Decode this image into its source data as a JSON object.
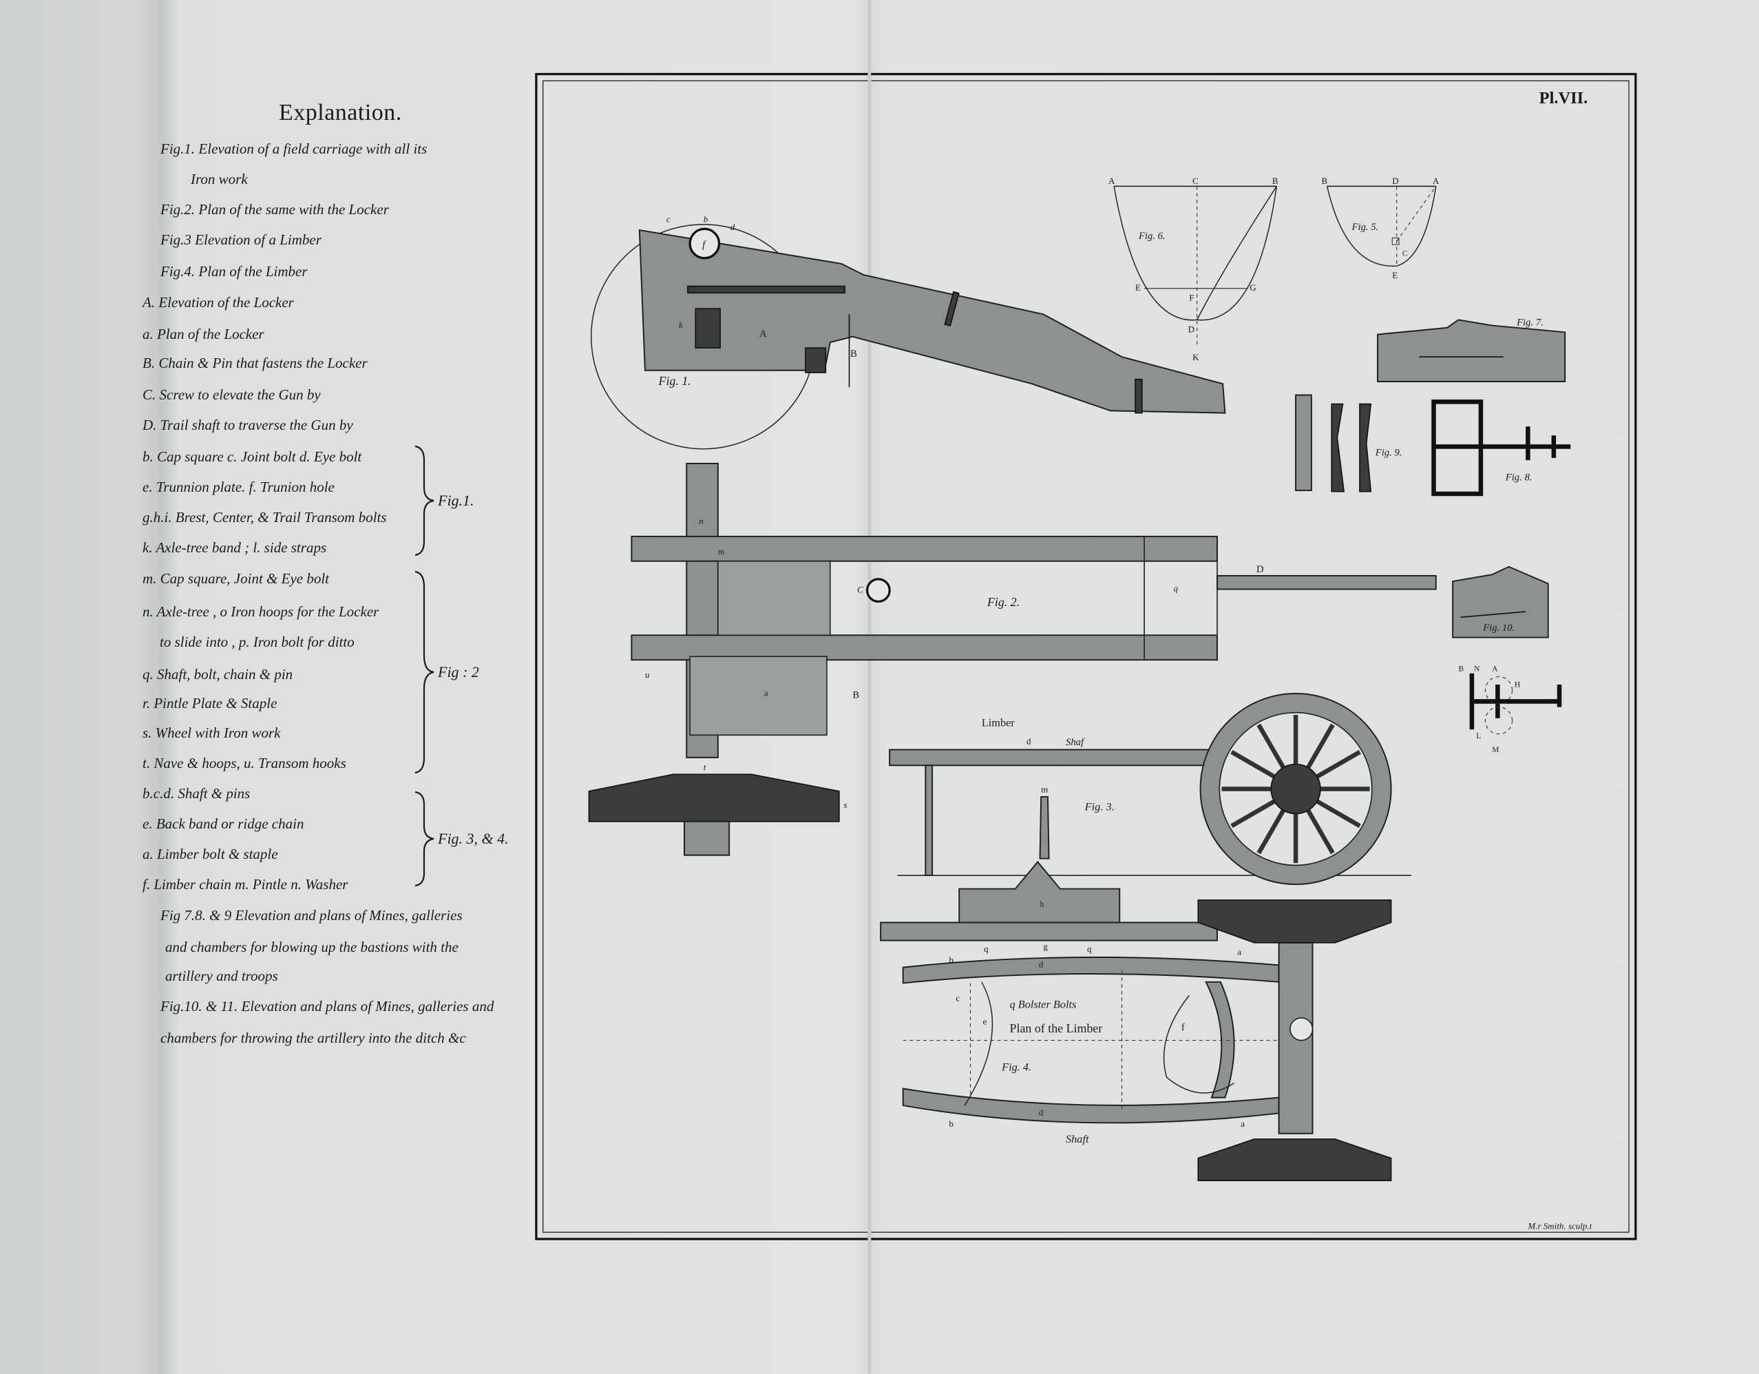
{
  "explanation": {
    "title": "Explanation.",
    "lines": [
      "Fig.1. Elevation of a field carriage with all its",
      "Iron work",
      "Fig.2. Plan of the same with the Locker",
      "Fig.3 Elevation of a Limber",
      "Fig.4. Plan of the Limber",
      "A. Elevation of the Locker",
      "a. Plan of the Locker",
      "B. Chain & Pin that fastens the Locker",
      "C. Screw to elevate the Gun by",
      "D. Trail shaft to traverse the Gun by",
      "b. Cap square c. Joint bolt d. Eye bolt",
      "e. Trunnion plate. f. Trunion hole",
      "g.h.i. Brest, Center, & Trail Transom bolts",
      "k. Axle-tree band ; l. side straps",
      "m. Cap square, Joint & Eye bolt",
      "n. Axle-tree , o Iron hoops for the Locker",
      "to slide into , p. Iron bolt for ditto",
      "q. Shaft, bolt, chain & pin",
      "r. Pintle Plate & Staple",
      "s. Wheel with Iron work",
      "t. Nave & hoops, u. Transom hooks",
      "b.c.d. Shaft & pins",
      "e. Back band or ridge chain",
      "a. Limber bolt & staple",
      "f. Limber chain m. Pintle n. Washer",
      "Fig 7.8. & 9 Elevation and plans of Mines, galleries",
      "and chambers for blowing up the bastions with the",
      "artillery and troops",
      "Fig.10. & 11. Elevation and plans of Mines, galleries and",
      "chambers for throwing the artillery into the ditch &c"
    ],
    "brace_labels": [
      "Fig.1.",
      "Fig : 2",
      "Fig. 3, & 4."
    ]
  },
  "plate": {
    "number": "Pl.VII.",
    "engraver": "M.r Smith. sculp.t",
    "figure_labels": {
      "fig1": "Fig. 1.",
      "fig2": "Fig. 2.",
      "fig3": "Fig. 3.",
      "fig4": "Fig. 4.",
      "fig5": "Fig. 5.",
      "fig6": "Fig. 6.",
      "fig7": "Fig. 7.",
      "fig8": "Fig. 8.",
      "fig9": "Fig. 9.",
      "fig10": "Fig. 10."
    },
    "captions": {
      "limber": "Limber",
      "shaft_top": "Shaf",
      "bolster_bolts": "q Bolster Bolts",
      "plan_of_limber": "Plan of the Limber",
      "shaft_bottom": "Shaft"
    },
    "fig6_points": {
      "A": "A",
      "C": "C",
      "B": "B",
      "E": "E",
      "F": "F",
      "G": "G",
      "D": "D",
      "K": "K"
    },
    "fig5_points": {
      "B": "B",
      "D": "D",
      "A": "A",
      "C": "C",
      "E": "E"
    },
    "fig1_letters": {
      "A": "A",
      "B": "B",
      "k": "k",
      "c": "c",
      "b": "b",
      "d": "d",
      "f": "f"
    },
    "fig2_letters": {
      "n": "n",
      "m": "m",
      "C": "C",
      "q": "q",
      "D": "D",
      "u": "u",
      "a": "a",
      "B": "B",
      "t": "t",
      "s": "s"
    },
    "fig3_letters": {
      "d": "d",
      "m": "m",
      "h": "h",
      "q1": "q",
      "g": "g",
      "q2": "q"
    },
    "fig4_letters": {
      "b1": "b",
      "b2": "b",
      "d1": "d",
      "d2": "d",
      "c": "c",
      "e": "e",
      "f": "f",
      "a1": "a",
      "a2": "a"
    },
    "fig11_letters": {
      "B": "B",
      "N": "N",
      "A": "A",
      "H": "H",
      "L": "L",
      "M": "M"
    }
  }
}
